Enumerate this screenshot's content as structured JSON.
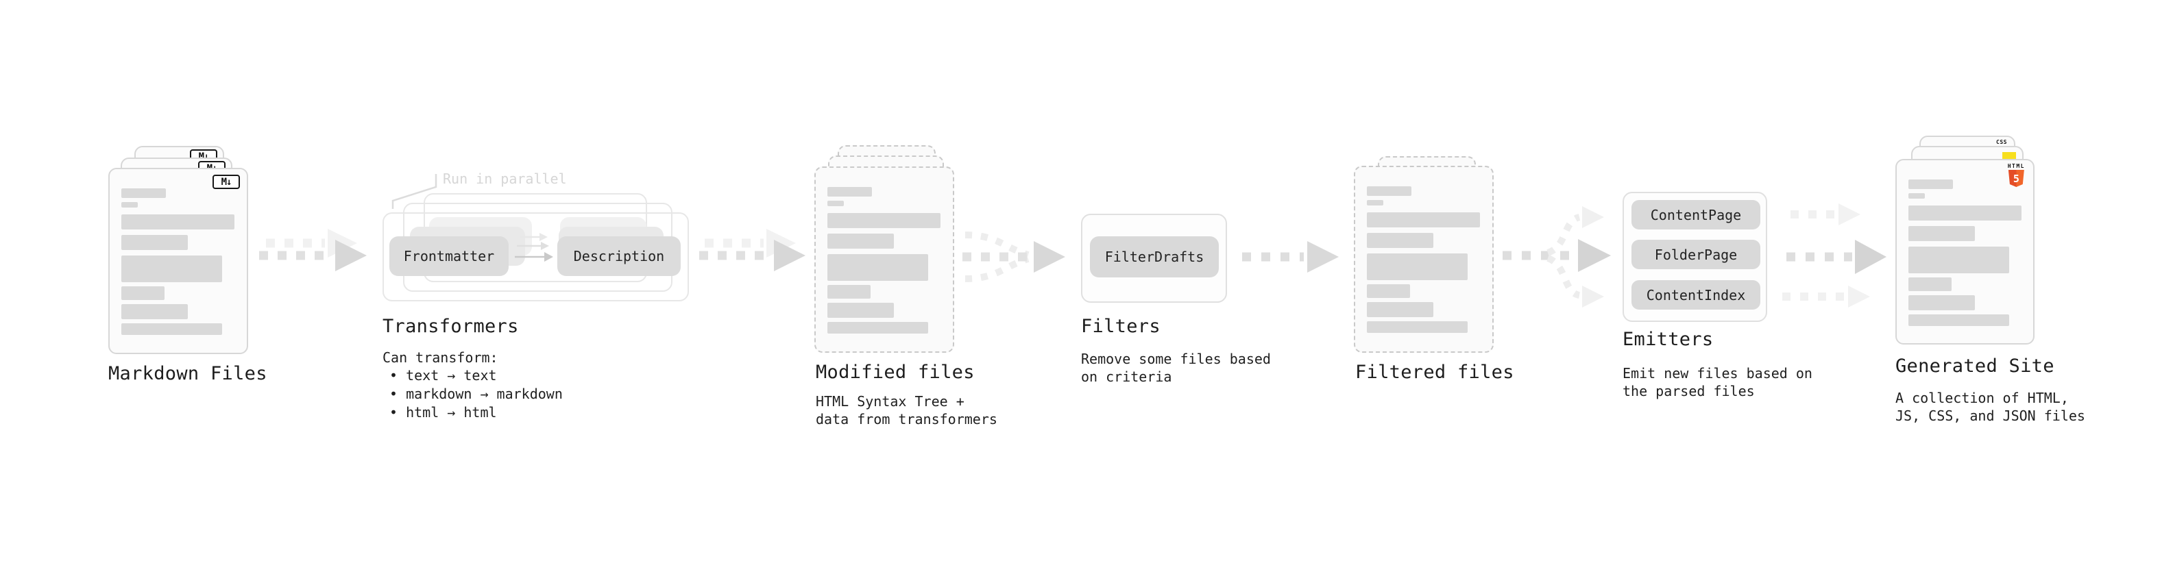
{
  "diagram": {
    "background": "#ffffff",
    "text_color": "#1f1f1f",
    "colors": {
      "bar_gray": "#d9d9d9",
      "pill_gray": "#dcdcdc",
      "arrow_gray": "#d9d9d9",
      "annotation_gray": "#d6d6d6",
      "html5_orange": "#e44d26",
      "js_yellow": "#f7df1e",
      "css_blue": "#2760e5"
    }
  },
  "sections": {
    "markdown": {
      "title": "Markdown Files",
      "badge": "M↓"
    },
    "transformers": {
      "title": "Transformers",
      "annotation": "Run in parallel",
      "pill_from": "Frontmatter",
      "pill_to": "Description",
      "note": "Can transform:",
      "bullets": [
        "• text → text",
        "• markdown → markdown",
        "• html → html"
      ]
    },
    "modified": {
      "title": "Modified files",
      "subtitle1": "HTML Syntax Tree +",
      "subtitle2": "data from transformers"
    },
    "filters": {
      "title": "Filters",
      "pill": "FilterDrafts",
      "subtitle1": "Remove some files based",
      "subtitle2": "on criteria"
    },
    "filtered": {
      "title": "Filtered files"
    },
    "emitters": {
      "title": "Emitters",
      "pills": [
        "ContentPage",
        "FolderPage",
        "ContentIndex"
      ],
      "subtitle1": "Emit new files based on",
      "subtitle2": "the parsed files"
    },
    "generated": {
      "title": "Generated Site",
      "subtitle1": "A collection of HTML,",
      "subtitle2": "JS, CSS, and JSON files",
      "html_badge_label": "HTML",
      "html_badge_number": "5",
      "css_badge_label": "CSS"
    }
  }
}
